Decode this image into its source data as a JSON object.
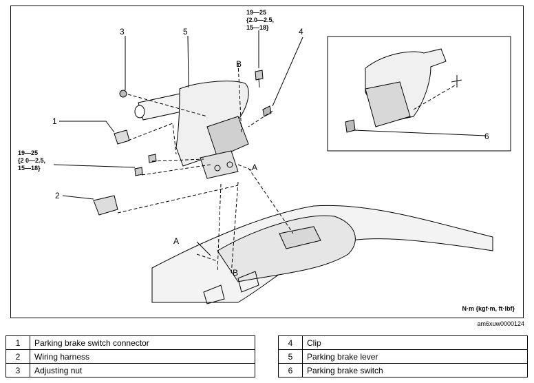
{
  "callouts": {
    "c1": "1",
    "c2": "2",
    "c3": "3",
    "c4": "4",
    "c5": "5",
    "c6": "6",
    "a_top": "A",
    "a_left": "A",
    "b_top": "B",
    "b_bottom": "B"
  },
  "torque_top": "19—25\n{2.0—2.5,\n15—18}",
  "torque_left": "19—25\n{2 0—2.5,\n15—18}",
  "unit_note": "N·m {kgf·m, ft·lbf}",
  "figure_code": "am6xuw0000124",
  "legend_left": [
    {
      "num": "1",
      "name": "Parking brake switch connector"
    },
    {
      "num": "2",
      "name": "Wiring harness"
    },
    {
      "num": "3",
      "name": "Adjusting nut"
    }
  ],
  "legend_right": [
    {
      "num": "4",
      "name": "Clip"
    },
    {
      "num": "5",
      "name": "Parking brake lever"
    },
    {
      "num": "6",
      "name": "Parking brake switch"
    }
  ]
}
